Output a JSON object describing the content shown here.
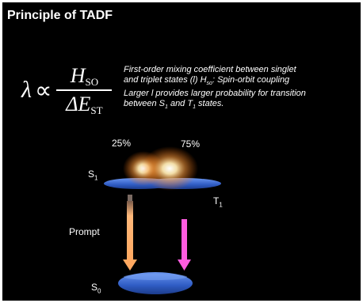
{
  "title": "Principle of TADF",
  "formula": {
    "lhs": "λ",
    "relation": "∝",
    "numerator_symbol": "H",
    "numerator_sub": "SO",
    "denominator_symbol": "ΔE",
    "denominator_sub": "ST"
  },
  "description": {
    "line1": "First-order mixing coefficient between singlet",
    "line2_a": "and triplet states (l)  H",
    "line2_sub": "so",
    "line2_b": ": Spin-orbit coupling",
    "line3": "Larger l provides larger probability for transition",
    "line4_a": "between S",
    "line4_sub1": "1",
    "line4_b": " and T",
    "line4_sub2": "1",
    "line4_c": " states."
  },
  "labels": {
    "singlet_percent": "25%",
    "triplet_percent": "75%",
    "s1_main": "S",
    "s1_sub": "1",
    "t1_main": "T",
    "t1_sub": "1",
    "prompt": "Prompt",
    "s0_main": "S",
    "s0_sub": "0"
  },
  "colors": {
    "background": "#000000",
    "text": "#ffffff",
    "disc": "#3a6ad0",
    "glow": "#ffd27a",
    "prompt_arrow": "#ffb070",
    "delayed_arrow": "#ff5ce0"
  }
}
